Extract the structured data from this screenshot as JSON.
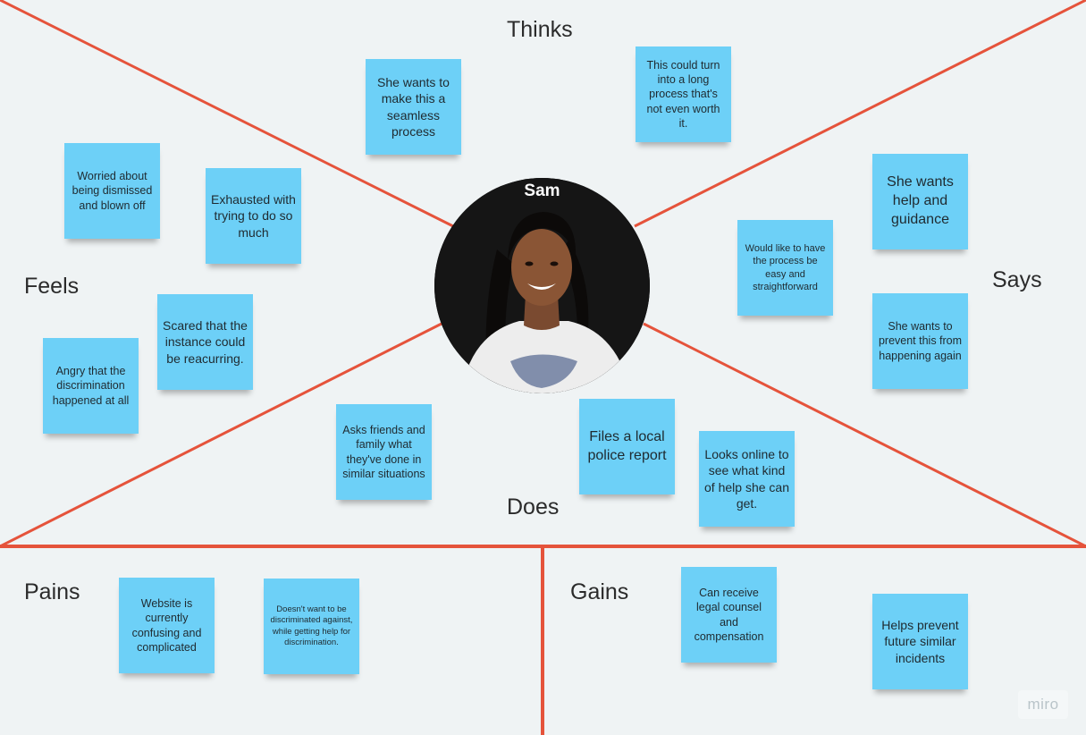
{
  "persona": {
    "name": "Sam"
  },
  "quadrants": {
    "thinks": "Thinks",
    "feels": "Feels",
    "says": "Says",
    "does": "Does",
    "pains": "Pains",
    "gains": "Gains"
  },
  "notes": {
    "thinks_1": "She wants to make this a seamless process",
    "thinks_2": "This could turn into a long process that's not even worth it.",
    "feels_1": "Worried about being dismissed and blown off",
    "feels_2": "Exhausted with trying to do so much",
    "feels_3": "Scared that the instance could be reacurring.",
    "feels_4": "Angry that the discrimination happened at all",
    "says_1": "She wants help and guidance",
    "says_2": "Would like to have the process be easy and straightforward",
    "says_3": "She wants to prevent this from happening again",
    "does_1": "Asks friends and family what they've done in similar situations",
    "does_2": "Files a local police report",
    "does_3": "Looks online to see what kind of help she can get.",
    "pains_1": "Website is currently confusing and complicated",
    "pains_2": "Doesn't want to be discriminated against, while getting help for discrimination.",
    "gains_1": "Can receive legal counsel and compensation",
    "gains_2": "Helps prevent future similar incidents"
  },
  "watermark": "miro",
  "colors": {
    "line": "#e5533b",
    "note": "#6dd0f7",
    "background": "#eff3f4"
  }
}
